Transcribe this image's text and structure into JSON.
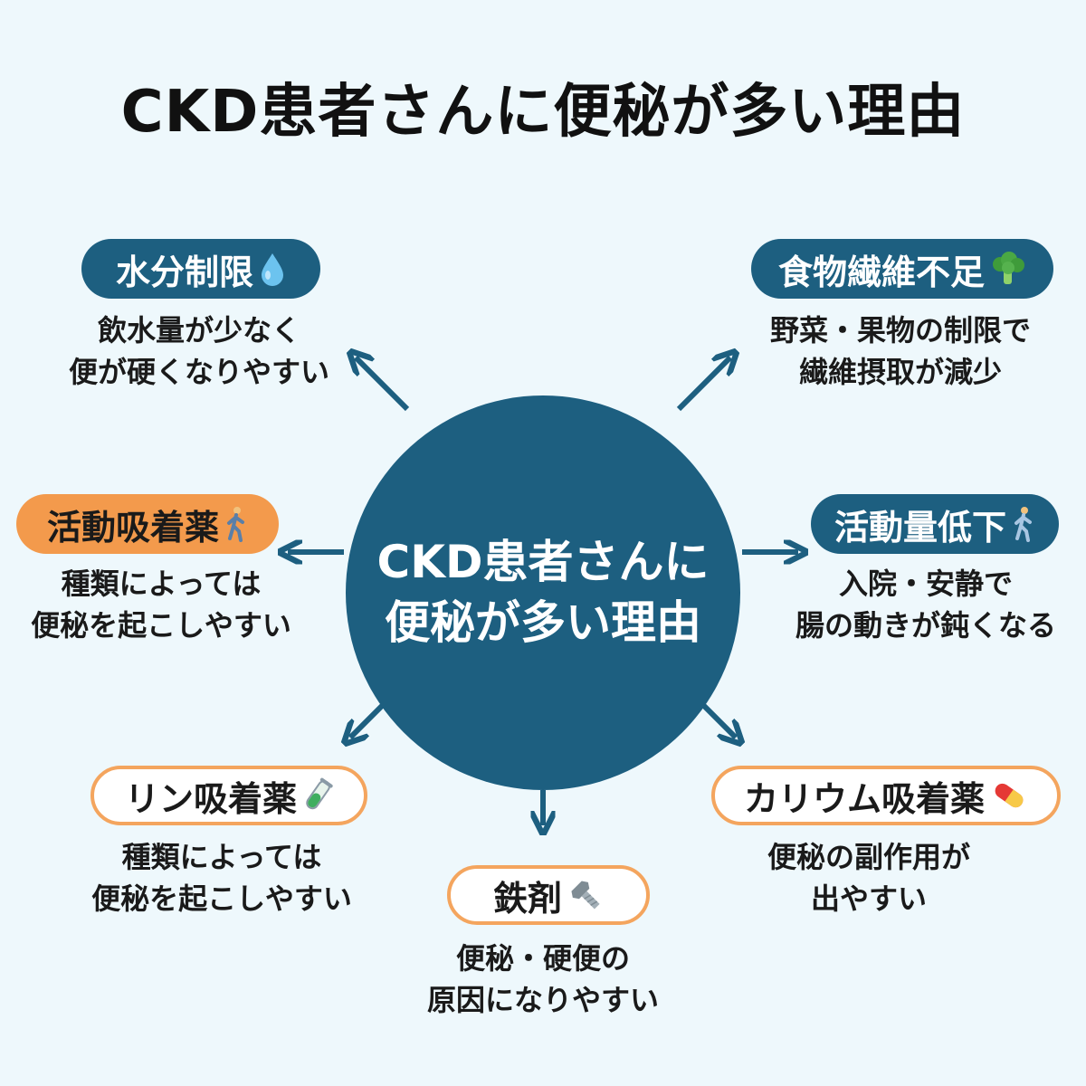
{
  "title": "CKD患者さんに便秘が多い理由",
  "center": {
    "line1": "CKD患者さんに",
    "line2": "便秘が多い理由"
  },
  "colors": {
    "primary": "#1d5f80",
    "accent": "#f39a4c",
    "background": "#eef8fc"
  },
  "factors": {
    "water": {
      "label": "水分制限",
      "icon": "water-drop-icon",
      "desc": [
        "飲水量が少なく",
        "便が硬くなりやすい"
      ]
    },
    "fiber": {
      "label": "食物繊維不足",
      "icon": "broccoli-icon",
      "desc": [
        "野菜・果物の制限で",
        "繊維摂取が減少"
      ]
    },
    "activity_drug": {
      "label": "活動吸着薬",
      "icon": "walking-person-icon",
      "desc": [
        "種類によっては",
        "便秘を起こしやすい"
      ]
    },
    "activity": {
      "label": "活動量低下",
      "icon": "walking-person-icon",
      "desc": [
        "入院・安静で",
        "腸の動きが鈍くなる"
      ]
    },
    "phosphorus": {
      "label": "リン吸着薬",
      "icon": "test-tube-icon",
      "desc": [
        "種類によっては",
        "便秘を起こしやすい"
      ]
    },
    "iron": {
      "label": "鉄剤",
      "icon": "bolt-icon",
      "desc": [
        "便秘・硬便の",
        "原因になりやすい"
      ]
    },
    "potassium": {
      "label": "カリウム吸着薬",
      "icon": "pill-icon",
      "desc": [
        "便秘の副作用が",
        "出やすい"
      ]
    }
  }
}
